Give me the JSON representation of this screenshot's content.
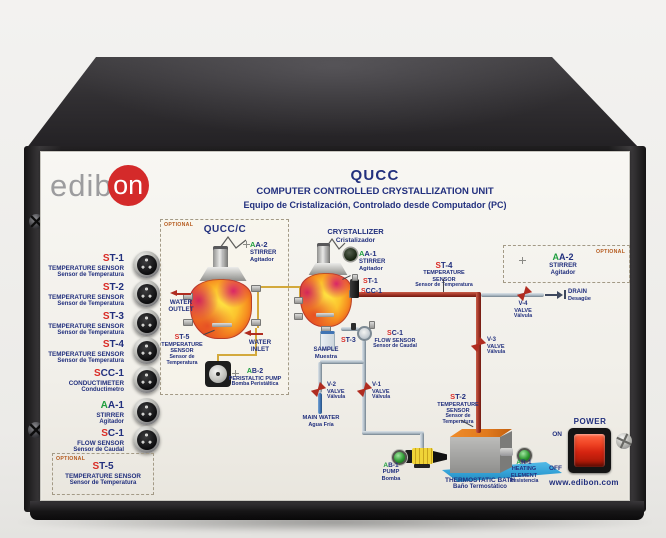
{
  "brand": {
    "logo_text": "edib",
    "logo_circle_text": "on",
    "website": "www.edibon.com"
  },
  "header": {
    "model": "QUCC",
    "title_en": "COMPUTER CONTROLLED CRYSTALLIZATION UNIT",
    "title_es": "Equipo de Cristalización, Controlado desde Computador (PC)"
  },
  "left_panel": {
    "optional_label": "OPTIONAL",
    "items": [
      {
        "prefix": "S",
        "rest": "T-1",
        "en": "TEMPERATURE SENSOR",
        "es": "Sensor de Temperatura"
      },
      {
        "prefix": "S",
        "rest": "T-2",
        "en": "TEMPERATURE SENSOR",
        "es": "Sensor de Temperatura"
      },
      {
        "prefix": "S",
        "rest": "T-3",
        "en": "TEMPERATURE SENSOR",
        "es": "Sensor de Temperatura"
      },
      {
        "prefix": "S",
        "rest": "T-4",
        "en": "TEMPERATURE SENSOR",
        "es": "Sensor de Temperatura"
      },
      {
        "prefix": "S",
        "rest": "CC-1",
        "en": "CONDUCTIMETER",
        "es": "Conductimetro"
      },
      {
        "prefix": "A",
        "rest": "A-1",
        "en": "STIRRER",
        "es": "Agitador"
      },
      {
        "prefix": "S",
        "rest": "C-1",
        "en": "FLOW SENSOR",
        "es": "Sensor de Caudal"
      },
      {
        "prefix": "S",
        "rest": "T-5",
        "en": "TEMPERATURE SENSOR",
        "es": "Sensor de Temperatura"
      }
    ]
  },
  "diagram": {
    "quccc": {
      "optional_label": "OPTIONAL",
      "title": "QUCC/C",
      "aa2": {
        "prefix": "A",
        "rest": "A-2",
        "en": "STIRRER",
        "es": "Agitador"
      },
      "water_outlet_l1": "WATER",
      "water_outlet_l2": "OUTLET",
      "water_inlet_l1": "WATER",
      "water_inlet_l2": "INLET",
      "st5": {
        "prefix": "S",
        "rest": "T-5",
        "l1": "TEMPERATURE",
        "l2": "SENSOR",
        "l3": "Sensor de",
        "l4": "Temperatura"
      },
      "ab2": {
        "prefix": "A",
        "rest": "B-2",
        "en": "PERISTALTIC PUMP",
        "es": "Bomba Peristáltica"
      }
    },
    "crystallizer": {
      "en": "CRYSTALLIZER",
      "es": "Cristalizador"
    },
    "aa1": {
      "prefix": "A",
      "rest": "A-1",
      "en": "STIRRER",
      "es": "Agitador"
    },
    "st1": {
      "prefix": "S",
      "rest": "T-1"
    },
    "scc1": {
      "prefix": "S",
      "rest": "CC-1"
    },
    "st3": {
      "prefix": "S",
      "rest": "T-3"
    },
    "st4": {
      "prefix": "S",
      "rest": "T-4",
      "en": "TEMPERATURE SENSOR",
      "es": "Sensor de Temperatura"
    },
    "st2": {
      "prefix": "S",
      "rest": "T-2",
      "l1": "TEMPERATURE",
      "l2": "SENSOR",
      "l3": "Sensor de",
      "l4": "Temperatura"
    },
    "sc1": {
      "prefix": "S",
      "rest": "C-1",
      "en": "FLOW SENSOR",
      "es": "Sensor de Caudal"
    },
    "sample": {
      "en": "SAMPLE",
      "es": "Muestra"
    },
    "main_water": {
      "en": "MAIN WATER",
      "es": "Agua Fría"
    },
    "aa2box": {
      "optional_label": "OPTIONAL",
      "prefix": "A",
      "rest": "A-2",
      "en": "STIRRER",
      "es": "Agitador"
    },
    "v1": {
      "code": "V-1",
      "en": "VALVE",
      "es": "Válvula"
    },
    "v2": {
      "code": "V-2",
      "en": "VALVE",
      "es": "Válvula"
    },
    "v3": {
      "code": "V-3",
      "en": "VALVE",
      "es": "Válvula"
    },
    "v4": {
      "code": "V-4",
      "en": "VALVE",
      "es": "Válvula"
    },
    "drain": {
      "en": "DRAIN",
      "es": "Desagüe"
    },
    "ab1": {
      "prefix": "A",
      "rest": "B-1",
      "en": "PUMP",
      "es": "Bomba"
    },
    "ar1": {
      "prefix": "A",
      "rest": "R-1",
      "l1": "HEATING",
      "l2": "ELEMENT",
      "es": "Resistencia"
    },
    "bath": {
      "en": "THERMOSTATIC BATH",
      "es": "Baño Termostático"
    }
  },
  "power": {
    "label": "POWER",
    "on": "ON",
    "off": "OFF"
  },
  "colors": {
    "navy": "#22307e",
    "sensor_red": "#d92b26",
    "actuator_green": "#1f9e3e",
    "optional_orange": "#b55a1d",
    "logo_red": "#d42a2a",
    "logo_gray": "#9c9c9e",
    "pipe_hot": "#a8392b",
    "pipe_cool": "#aebbc6",
    "pipe_blue": "#3f74b4",
    "tube_yellow": "#d3a93c",
    "valve_red": "#b02c20",
    "switch_red": "#e33b25",
    "bath_orange": "#e0791d",
    "bath_blue": "#35a3d8"
  }
}
